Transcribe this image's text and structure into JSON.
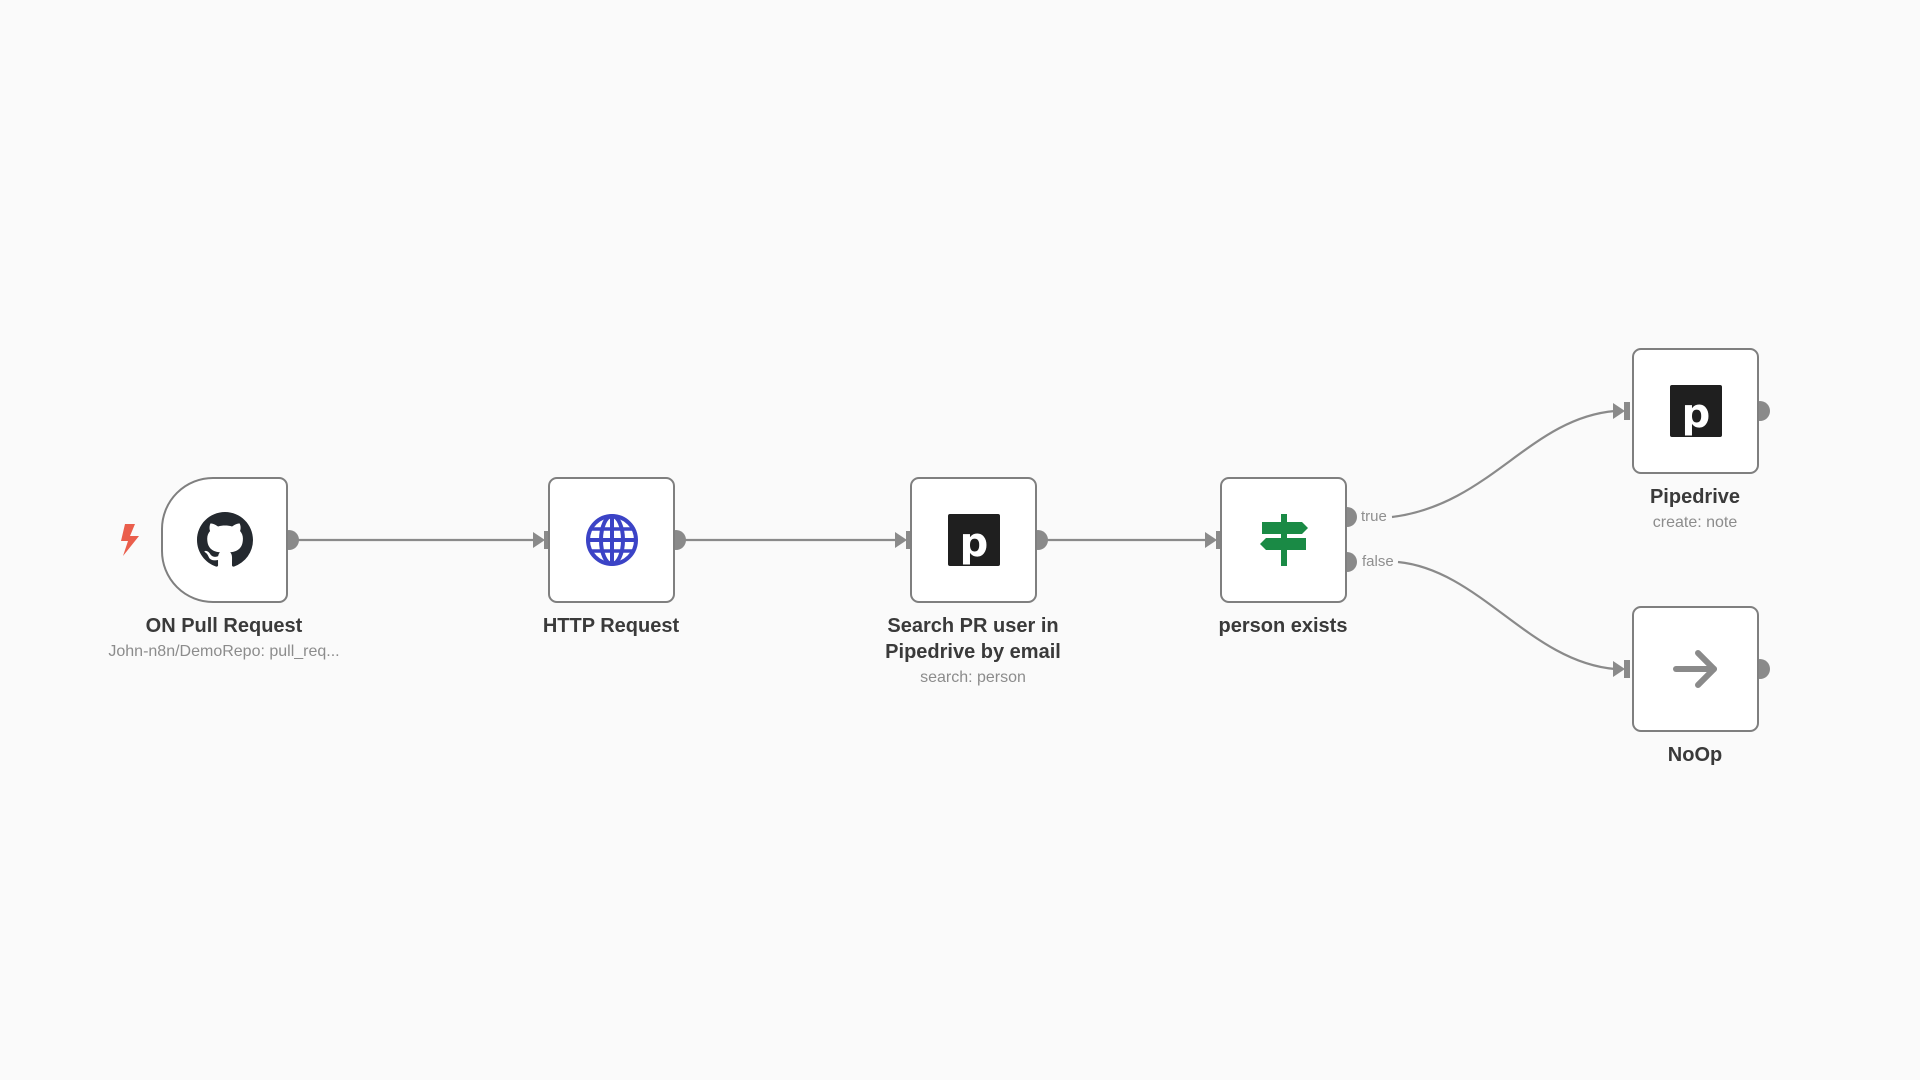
{
  "workflow": {
    "nodes": [
      {
        "id": "github",
        "title": "ON Pull Request",
        "subtitle": "John-n8n/DemoRepo: pull_req...",
        "icon": "github-icon",
        "trigger": true
      },
      {
        "id": "http",
        "title": "HTTP Request",
        "subtitle": "",
        "icon": "globe-icon"
      },
      {
        "id": "search",
        "title": "Search PR user in Pipedrive by email",
        "subtitle": "search: person",
        "icon": "pipedrive-icon"
      },
      {
        "id": "if",
        "title": "person exists",
        "subtitle": "",
        "icon": "signpost-icon"
      },
      {
        "id": "pipedrive",
        "title": "Pipedrive",
        "subtitle": "create: note",
        "icon": "pipedrive-icon"
      },
      {
        "id": "noop",
        "title": "NoOp",
        "subtitle": "",
        "icon": "arrow-right-icon"
      }
    ],
    "handles": {
      "true_label": "true",
      "false_label": "false"
    }
  },
  "colors": {
    "canvas": "#fafafa",
    "node_border": "#7f7f7f",
    "edge": "#8a8a8a",
    "trigger_bolt": "#ea5e4c",
    "globe": "#3b43c6",
    "signpost": "#1a8a45",
    "pipedrive": "#1f1f1f"
  }
}
